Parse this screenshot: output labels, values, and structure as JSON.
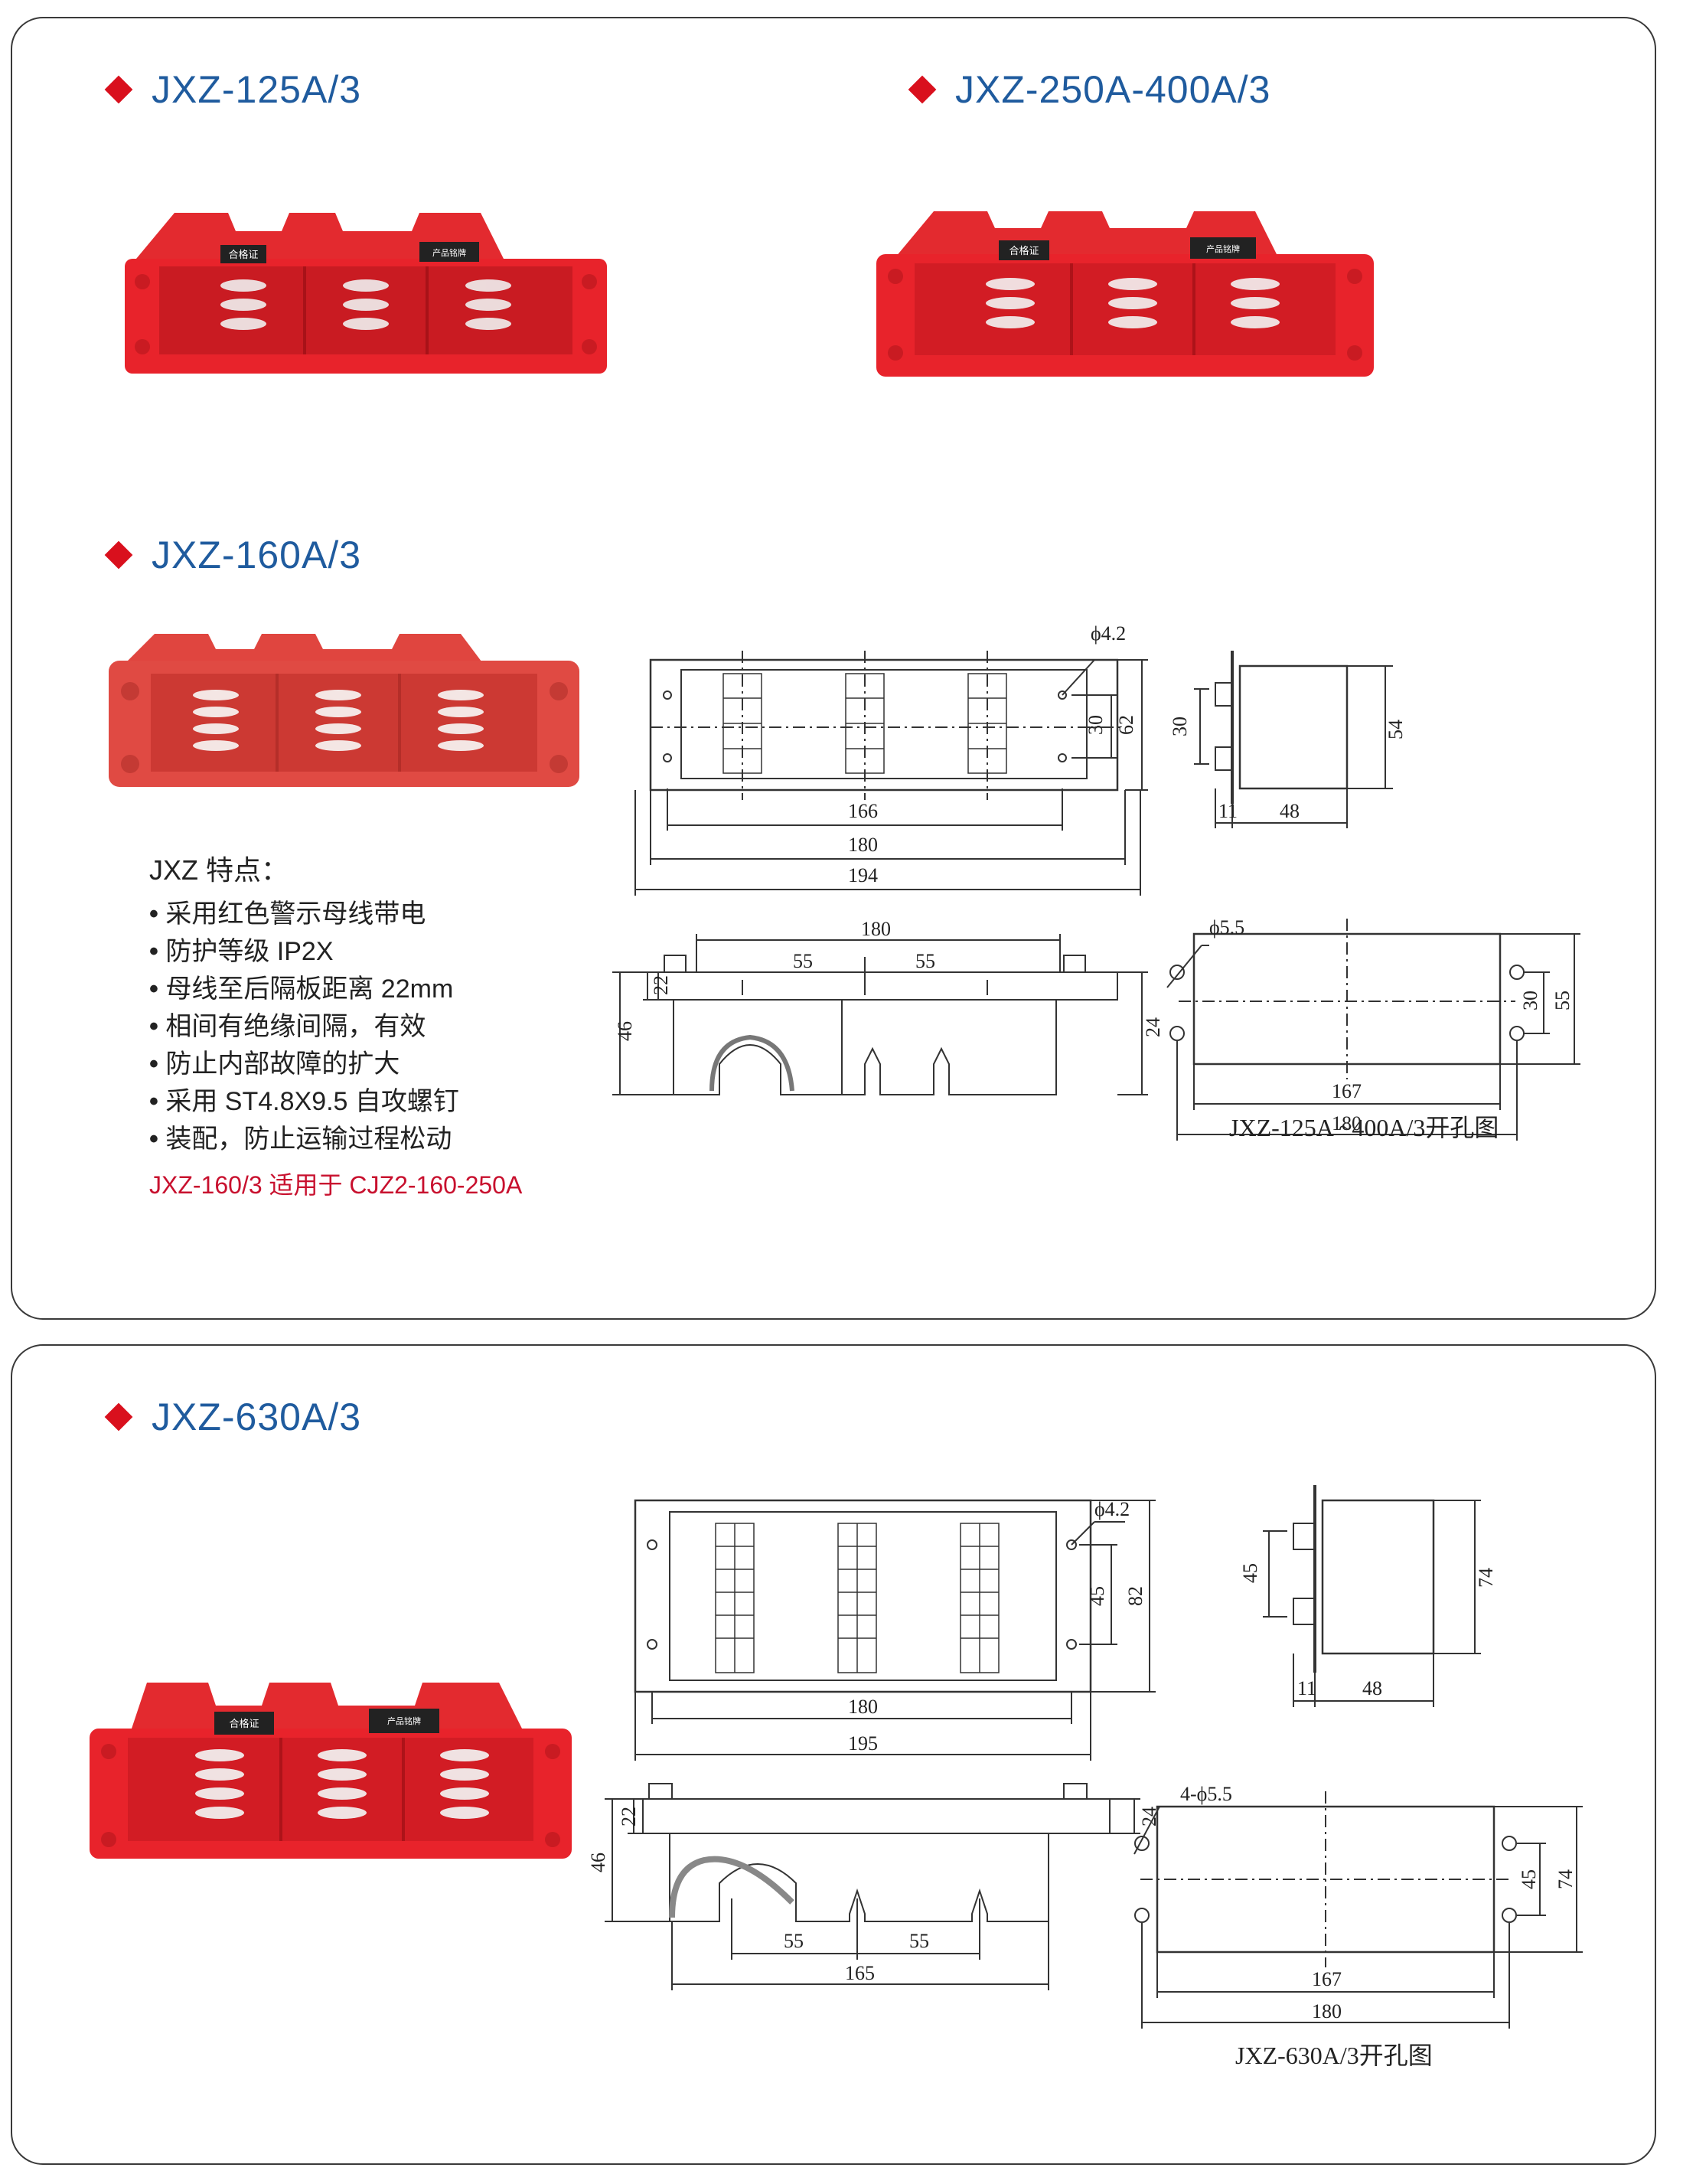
{
  "headings": {
    "h125": "JXZ-125A/3",
    "h250": "JXZ-250A-400A/3",
    "h160": "JXZ-160A/3",
    "h630": "JXZ-630A/3"
  },
  "features": {
    "title": "JXZ 特点：",
    "items": [
      "采用红色警示母线带电",
      "防护等级 IP2X",
      "母线至后隔板距离 22mm",
      "相间有绝缘间隔，有效",
      "防止内部故障的扩大",
      "采用 ST4.8X9.5 自攻螺钉",
      "装配，防止运输过程松动"
    ],
    "note": "JXZ-160/3 适用于 CJZ2-160-250A"
  },
  "drawing1": {
    "hole": "ϕ4.2",
    "d30": "30",
    "d62": "62",
    "d166": "166",
    "d180": "180",
    "d194": "194",
    "side30": "30",
    "side54": "54",
    "side11": "11",
    "side48": "48",
    "front180": "180",
    "front55a": "55",
    "front55b": "55",
    "front22": "22",
    "front46": "46",
    "front24": "24",
    "cut_hole": "ϕ5.5",
    "cut30": "30",
    "cut55": "55",
    "cut167": "167",
    "cut180": "180",
    "caption": "JXZ-125A ~400A/3开孔图"
  },
  "drawing2": {
    "hole": "ϕ4.2",
    "d45": "45",
    "d82": "82",
    "d180": "180",
    "d195": "195",
    "side45": "45",
    "side74": "74",
    "side11": "11",
    "side48": "48",
    "front22": "22",
    "front46": "46",
    "front24": "24",
    "front55a": "55",
    "front55b": "55",
    "front165": "165",
    "cut_hole": "4-ϕ5.5",
    "cut45": "45",
    "cut74": "74",
    "cut167": "167",
    "cut180": "180",
    "caption": "JXZ-630A/3开孔图"
  },
  "labels": {
    "plate_left": "合格证",
    "plate_right": "产品铭牌"
  },
  "colors": {
    "heading": "#1f5b9e",
    "diamond": "#d9101d",
    "product_red": "#e8232b",
    "note": "#c8102e"
  }
}
